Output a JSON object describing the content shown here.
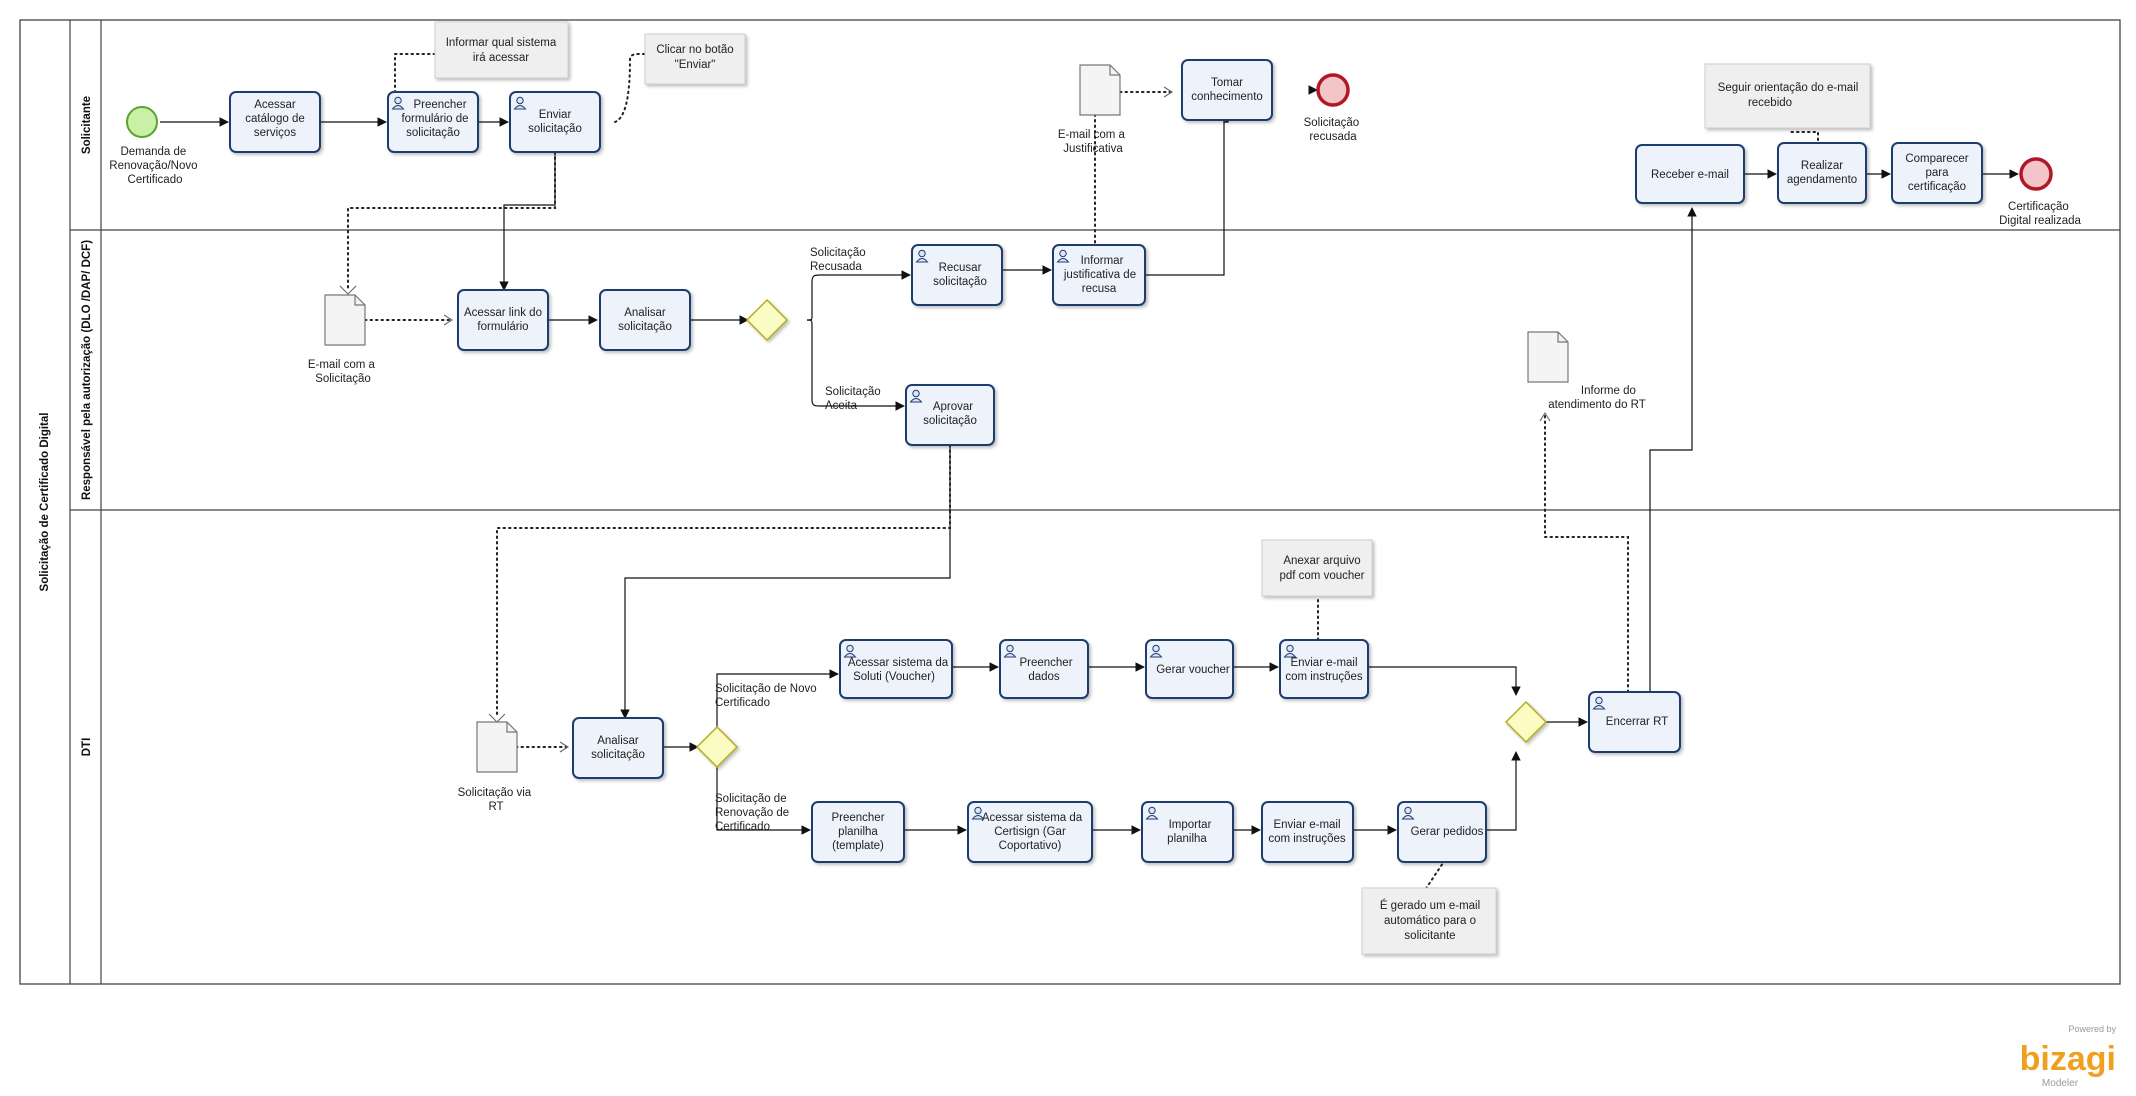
{
  "pool": {
    "title": "Solicitação de Certificado Digital"
  },
  "lanes": [
    {
      "id": "solicitante",
      "label": "Solicitante"
    },
    {
      "id": "responsavel",
      "label": "Responsável pela autorização (DLO /DAP/ DCF)"
    },
    {
      "id": "dti",
      "label": "DTI"
    }
  ],
  "events": {
    "start": [
      "Demanda de",
      "Renovação/Novo",
      "Certificado"
    ],
    "end_recusada": [
      "Solicitação",
      "recusada"
    ],
    "end_realizada": [
      "Certificação",
      "Digital realizada"
    ]
  },
  "tasks": {
    "acessar_catalogo": [
      "Acessar",
      "catálogo de",
      "serviços"
    ],
    "preencher_formulario": [
      "Preencher",
      "formulário de",
      "solicitação"
    ],
    "enviar_solicitacao": [
      "Enviar",
      "solicitação"
    ],
    "tomar_conhecimento": [
      "Tomar",
      "conhecimento"
    ],
    "receber_email": [
      "Receber  e-mail"
    ],
    "realizar_agendamento": [
      "Realizar",
      "agendamento"
    ],
    "comparecer": [
      "Comparecer",
      "para",
      "certificação"
    ],
    "acessar_link": [
      "Acessar  link do",
      "formulário"
    ],
    "analisar_resp": [
      "Analisar",
      "solicitação"
    ],
    "recusar": [
      "Recusar",
      "solicitação"
    ],
    "informar_justificativa": [
      "Informar",
      "justificativa de",
      "recusa"
    ],
    "aprovar": [
      "Aprovar",
      "solicitação"
    ],
    "analisar_dti": [
      "Analisar",
      "solicitação"
    ],
    "acessar_soluti": [
      "Acessar sistema da",
      "Soluti (Voucher)"
    ],
    "preencher_dados": [
      "Preencher",
      "dados"
    ],
    "gerar_voucher": [
      "Gerar voucher"
    ],
    "enviar_email_instr_1": [
      "Enviar e-mail",
      "com instruções"
    ],
    "preencher_planilha": [
      "Preencher",
      "planilha",
      "(template)"
    ],
    "acessar_certisign": [
      "Acessar sistema da",
      "Certisign (Gar",
      "Coportativo)"
    ],
    "importar_planilha": [
      "Importar",
      "planilha"
    ],
    "enviar_email_instr_2": [
      "Enviar e-mail",
      "com instruções"
    ],
    "gerar_pedidos": [
      "Gerar pedidos"
    ],
    "encerrar_rt": [
      "Encerrar RT"
    ]
  },
  "documents": {
    "email_justificativa": [
      "E-mail com a",
      "Justificativa"
    ],
    "email_solicitacao": [
      "E-mail com a",
      "Solicitação"
    ],
    "informe_rt": [
      "Informe do",
      "atendimento do RT"
    ],
    "solicitacao_rt": [
      "Solicitação via",
      "RT"
    ]
  },
  "annotations": {
    "informar_sistema": [
      "Informar qual sistema",
      "irá acessar"
    ],
    "clicar_botao": [
      "Clicar no botão",
      "\"Enviar\""
    ],
    "seguir_orientacao": [
      "Seguir orientação do e-mail",
      "recebido"
    ],
    "anexar_pdf": [
      "Anexar arquivo",
      "pdf com voucher"
    ],
    "email_automatico": [
      "É gerado um e-mail",
      "automático para o",
      "solicitante"
    ]
  },
  "flow_labels": {
    "recusada": [
      "Solicitação",
      "Recusada"
    ],
    "aceita": [
      "Solicitação",
      "Aceita"
    ],
    "novo": [
      "Solicitação de Novo",
      "Certificado"
    ],
    "renovacao": [
      "Solicitação de",
      "Renovação de",
      "Certificado"
    ]
  },
  "branding": {
    "powered": "Powered by",
    "name": "bizagi",
    "product": "Modeler"
  },
  "colors": {
    "task_fill": "#eef3fb",
    "task_stroke": "#1f3c6e",
    "start_fill": "#c9f0a6",
    "start_stroke": "#5aa52c",
    "end_fill": "#f3c4c8",
    "end_stroke": "#b01828",
    "gateway_fill": "#fbfbc4",
    "gateway_stroke": "#b5ac1c",
    "annotation_fill": "#efefef",
    "brand": "#f0a020"
  }
}
